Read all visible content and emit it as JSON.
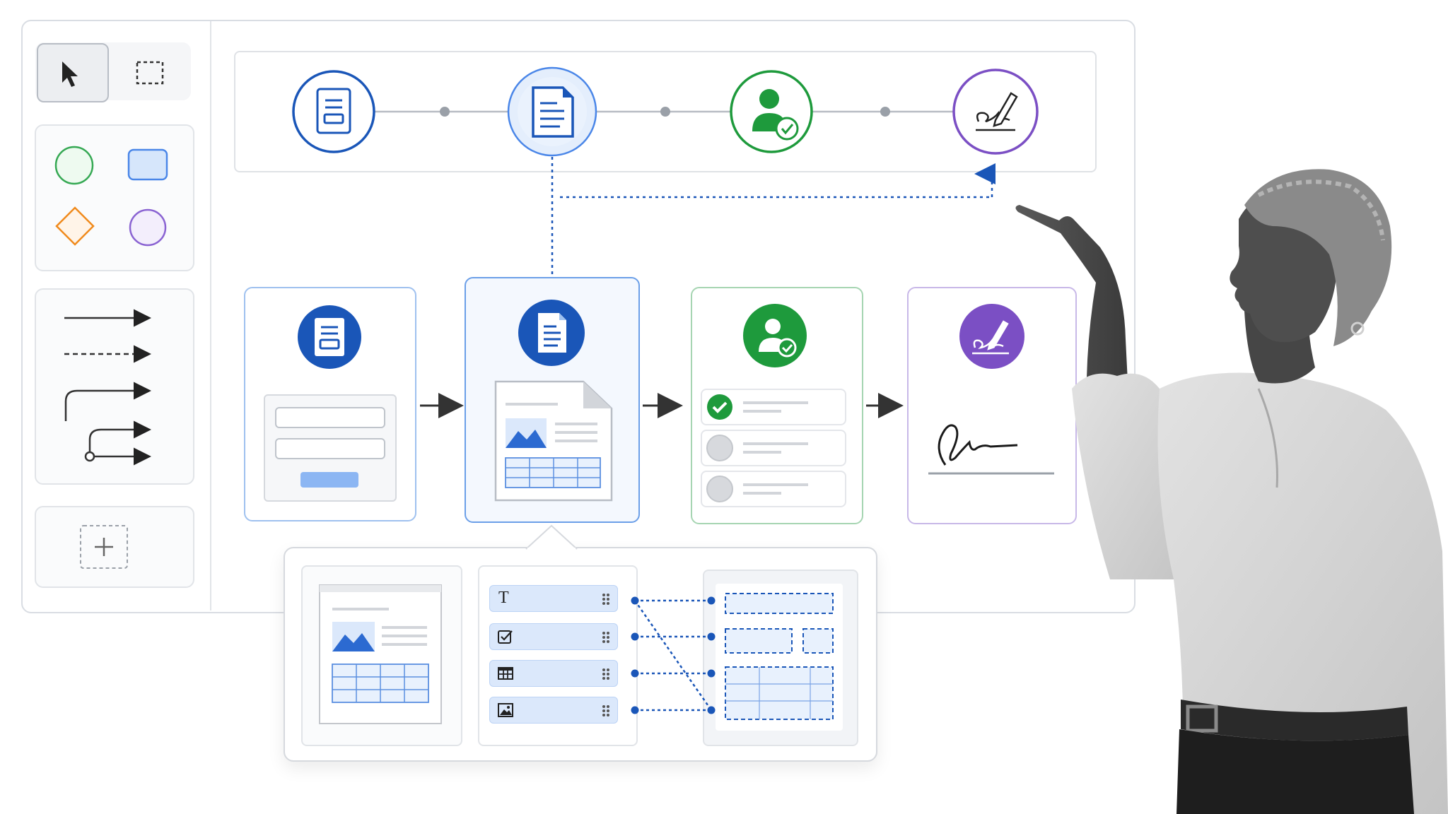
{
  "tools": {
    "select_icon": "cursor-arrow-icon",
    "marquee_icon": "dashed-marquee-icon",
    "shapes": [
      "circle-shape",
      "rectangle-shape",
      "diamond-shape",
      "circle-shape"
    ],
    "connectors": [
      "solid-arrow",
      "dashed-arrow",
      "elbow-arrow",
      "branch-arrow"
    ],
    "add_icon": "plus-icon"
  },
  "workflow": {
    "steps": [
      {
        "icon": "form-document-icon",
        "color": "#1a56b8"
      },
      {
        "icon": "text-document-icon",
        "color": "#1a56b8"
      },
      {
        "icon": "user-approved-icon",
        "color": "#1e9a3c"
      },
      {
        "icon": "signature-pen-icon",
        "color": "#7b4fc4"
      }
    ]
  },
  "colors": {
    "blue": "#1a56b8",
    "light_blue": "#dbe8fb",
    "green": "#1e9a3c",
    "purple": "#7b4fc4",
    "orange": "#f08a1c",
    "border": "#d9dde3"
  },
  "field_mapping": {
    "fields": [
      {
        "icon": "text-field-icon",
        "glyph": "T"
      },
      {
        "icon": "checkbox-field-icon"
      },
      {
        "icon": "table-field-icon"
      },
      {
        "icon": "image-field-icon"
      }
    ]
  }
}
